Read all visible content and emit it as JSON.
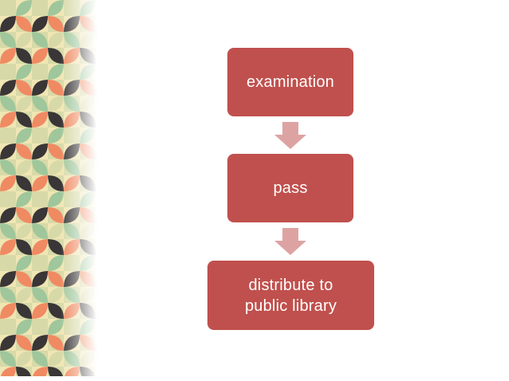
{
  "colors": {
    "box_fill": "#c0504d",
    "box_text": "#ffffff",
    "arrow_fill": "#dda3a2",
    "background": "#ffffff",
    "pattern": [
      "#d8d9a8",
      "#f08a62",
      "#9fc79b",
      "#3a3536",
      "#efe6b4"
    ]
  },
  "flow": {
    "steps": [
      {
        "label": "examination"
      },
      {
        "label": "pass"
      },
      {
        "label": "distribute to\npublic library"
      }
    ]
  },
  "decoration": {
    "left_strip": "retro-petal-pattern"
  }
}
